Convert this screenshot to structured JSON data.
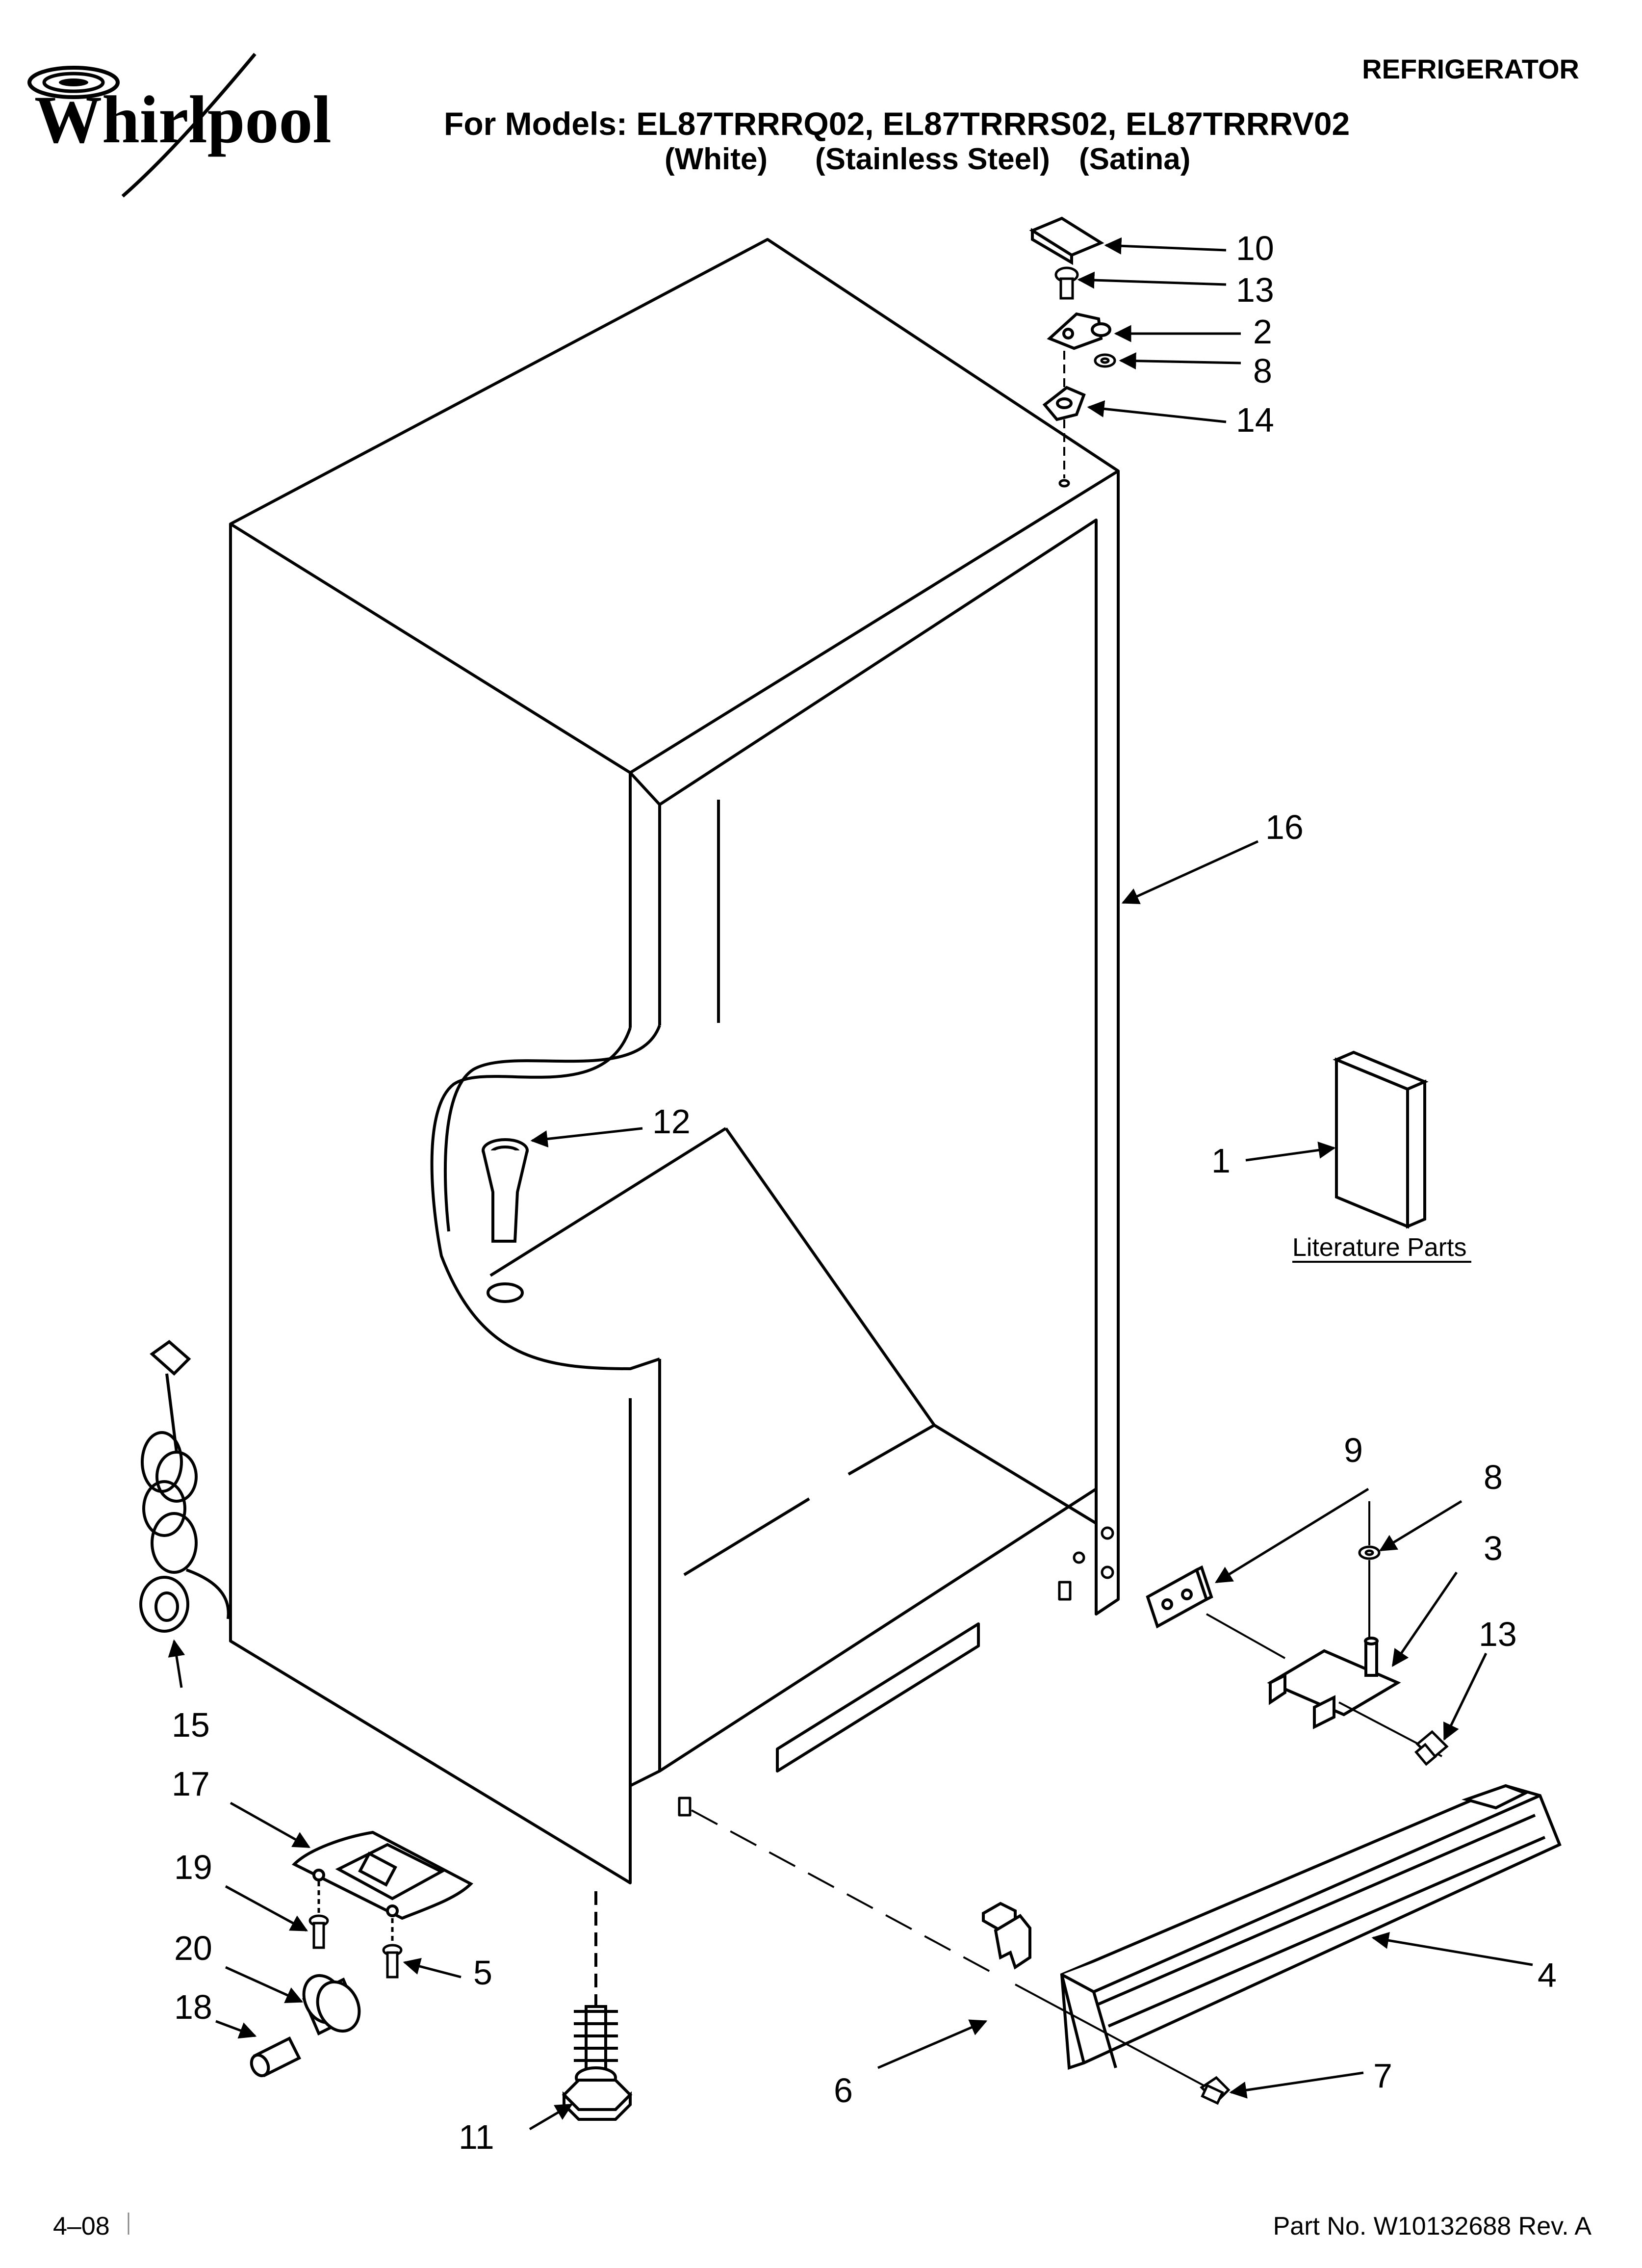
{
  "header": {
    "brand": "Whirlpool",
    "category": "REFRIGERATOR",
    "models_line": "For Models: EL87TRRRQ02, EL87TRRRS02, EL87TRRRV02",
    "colors": [
      "(White)",
      "(Stainless Steel)",
      "(Satina)"
    ]
  },
  "callouts": {
    "c10": "10",
    "c13a": "13",
    "c2": "2",
    "c8a": "8",
    "c14": "14",
    "c16": "16",
    "c12": "12",
    "c1": "1",
    "c9": "9",
    "c8b": "8",
    "c3": "3",
    "c13b": "13",
    "c15": "15",
    "c17": "17",
    "c19": "19",
    "c20": "20",
    "c18": "18",
    "c5": "5",
    "c11": "11",
    "c6": "6",
    "c4": "4",
    "c7": "7"
  },
  "literature_label": "Literature Parts",
  "footer": {
    "date": "4–08",
    "part_number": "Part No. W10132688 Rev. A"
  }
}
